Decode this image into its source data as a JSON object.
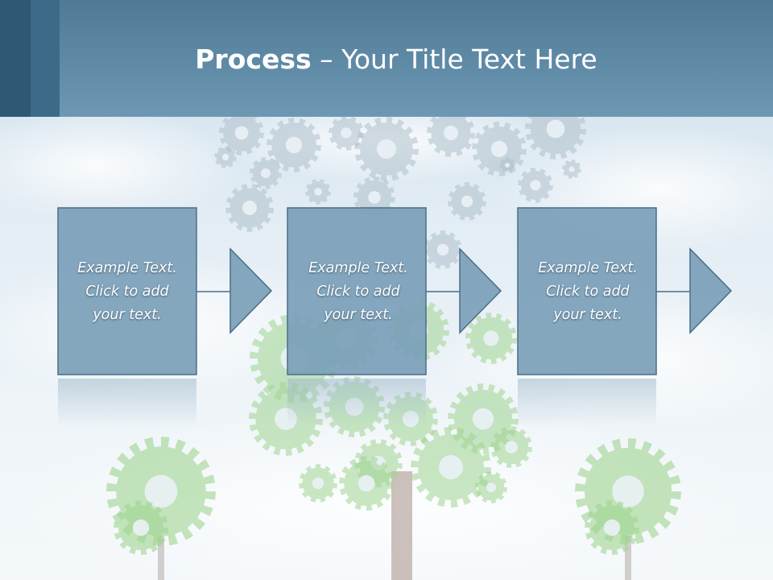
{
  "title": {
    "bold": "Process",
    "rest": " – Your Title Text Here"
  },
  "steps": [
    {
      "line1": "Example Text.",
      "line2": "Click  to add",
      "line3": "your text."
    },
    {
      "line1": "Example Text.",
      "line2": "Click  to add",
      "line3": "your text."
    },
    {
      "line1": "Example Text.",
      "line2": "Click  to add",
      "line3": "your text."
    }
  ],
  "colors": {
    "header": "#6d98b4",
    "header_dark": "#2e5874",
    "box_fill": "#7b9fb8",
    "box_stroke": "#4a6e88",
    "gear_green": "#9fd48f",
    "gear_gray": "#aebfcb"
  },
  "decoration": {
    "background": "sky with clouds",
    "illustration": "gear tree"
  }
}
